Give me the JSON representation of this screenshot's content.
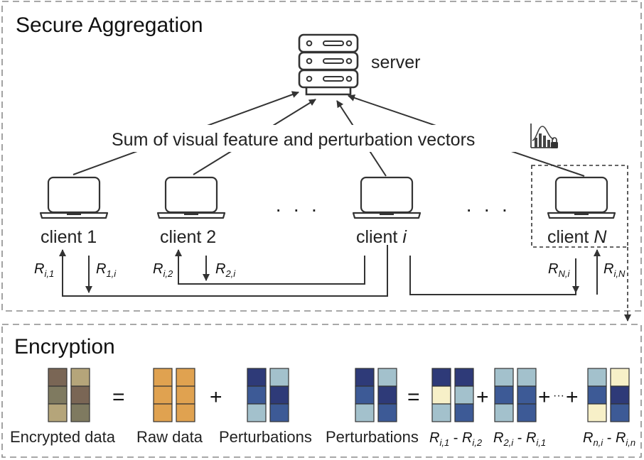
{
  "secure_aggregation": {
    "title": "Secure Aggregation",
    "server_label": "server",
    "sum_label": "Sum of visual feature and perturbation vectors",
    "ellipsis": "· · ·",
    "clients": [
      {
        "label": "client 1"
      },
      {
        "label": "client 2"
      },
      {
        "label": "client ",
        "italic_suffix": "i"
      },
      {
        "label": "client ",
        "italic_suffix": "N"
      }
    ],
    "exchanges": [
      {
        "main": "R",
        "sub": "i,1"
      },
      {
        "main": "R",
        "sub": "1,i"
      },
      {
        "main": "R",
        "sub": "i,2"
      },
      {
        "main": "R",
        "sub": "2,i"
      },
      {
        "main": "R",
        "sub": "N,i"
      },
      {
        "main": "R",
        "sub": "i,N"
      }
    ]
  },
  "encryption": {
    "title": "Encryption",
    "equals": "=",
    "plus": "+",
    "ellipsis_plus": "···",
    "labels": {
      "encrypted": "Encrypted data",
      "raw": "Raw data",
      "perturbations": "Perturbations",
      "perturbations2": "Perturbations"
    },
    "terms": [
      {
        "a": "R",
        "a_sub": "i,1",
        "sep": " - ",
        "b": "R",
        "b_sub": "i,2"
      },
      {
        "a": "R",
        "a_sub": "2,i",
        "sep": " - ",
        "b": "R",
        "b_sub": "i,1"
      },
      {
        "a": "R",
        "a_sub": "n,i",
        "sep": " - ",
        "b": "R",
        "b_sub": "i,n"
      }
    ]
  },
  "colors": {
    "stroke": "#333333",
    "dashed_border": "#888888",
    "encrypted_brown": "#7a6655",
    "encrypted_olive": "#7f7a60",
    "encrypted_khaki": "#b5a57a",
    "raw_orange": "#e0a250",
    "navy": "#2e3a78",
    "blue": "#3d5a96",
    "light_blue": "#a3c1cc",
    "cream": "#f7f0c8"
  },
  "icons": {
    "server": "server-rack-icon",
    "laptop": "laptop-icon",
    "secure_chart": "locked-chart-icon"
  }
}
